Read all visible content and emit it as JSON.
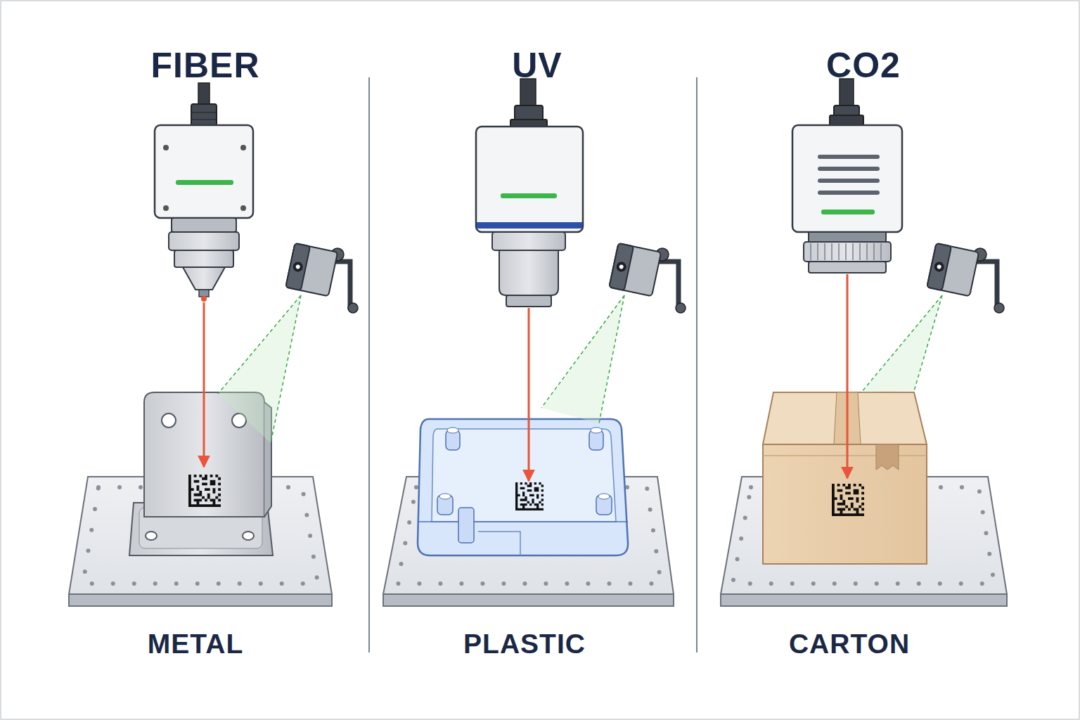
{
  "diagram": {
    "labels": [
      "FIBER",
      "UV",
      "CO2",
      "METAL",
      "PLASTIC",
      "CARTON"
    ]
  }
}
